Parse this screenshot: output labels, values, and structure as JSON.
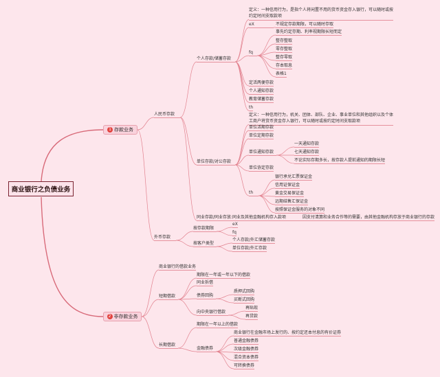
{
  "root_title": "商业银行之负债业务",
  "colors": {
    "background": "#fde6ec",
    "connector": "#e2828f",
    "badge": "#e2433f",
    "root_border": "#7a2230"
  },
  "deposit": {
    "number": "1",
    "label": "存款业务",
    "rmb": {
      "label": "人民币存款",
      "personal": {
        "label": "个人存款/储蓄存款",
        "definition": [
          "定义：一种信用行为，是指个人将闲置不用的货币资金存入银行，可以随时或按",
          "约定时间支取款项"
        ],
        "demand": {
          "label": "eX",
          "note": "不规定存款期限，可以随时存取"
        },
        "time": {
          "label": "fq",
          "items": [
            "事先约定存期、利率视期限长短而定",
            "整存整取",
            "零存整取",
            "整存零取",
            "存本取息",
            "表格1"
          ]
        },
        "others": [
          "定活两便存款",
          "个人通知存款",
          "教育储蓄存款",
          "th"
        ]
      },
      "unit": {
        "label": "单位存款/对公存款",
        "definition": [
          "定义：一种信用行为，机关、团体、部队、企业、事业单位和其他组织以及个体",
          "工商户将货币资金存入银行，可以随时或按约定时间支取款项"
        ],
        "items": [
          "单位活期存款",
          "单位定期存款"
        ],
        "notice": {
          "label": "单位通知存款",
          "items": [
            "一天通知存款",
            "七天通知存款",
            "不论实际存期多长，按存款人提前通知的期限长短"
          ]
        },
        "agreement": "单位协定存款",
        "margin": {
          "label": "th",
          "items": [
            "银行承兑汇票保证金",
            "信用证保证金",
            "黄金交易保证金",
            "远期结售汇保证金",
            "按照保证金服务的对象不同"
          ]
        }
      },
      "interbank": {
        "label": "同业存款/同业存放:同业及其他金融机构存入款项",
        "note": "因支付清算和业务合作等的需要，由其他金融机构存放于商业银行的存款"
      }
    },
    "foreign": {
      "label": "外币存款",
      "by_term": {
        "label": "按存款期限",
        "items": [
          "eX",
          "fq"
        ]
      },
      "by_client": {
        "label": "按客户类型",
        "items": [
          "个人存款/外汇储蓄存款",
          "单位存款/外汇存款"
        ]
      }
    }
  },
  "non_deposit": {
    "number": "2",
    "label": "非存款业务",
    "borrowing": "商业银行的借款业务",
    "short_term": {
      "label": "短期借款",
      "definition": "期限在一年或一年以下的借款",
      "interbank_lending": "同业拆借",
      "repo": {
        "label": "债券回购",
        "items": [
          "质押式回购",
          "买断式回购"
        ]
      },
      "central_bank": {
        "label": "向中央银行借款",
        "items": [
          "再贴现",
          "再贷款"
        ]
      }
    },
    "long_term": {
      "label": "长期借款",
      "definition": "期限在一年以上的借款",
      "bonds": {
        "label": "金融债券",
        "items": [
          "商业银行在金融市场上发行的、按约定还本付息的有价证券",
          "普通金融债券",
          "次级金融债券",
          "混合资本债券",
          "可转换债券"
        ]
      }
    }
  }
}
